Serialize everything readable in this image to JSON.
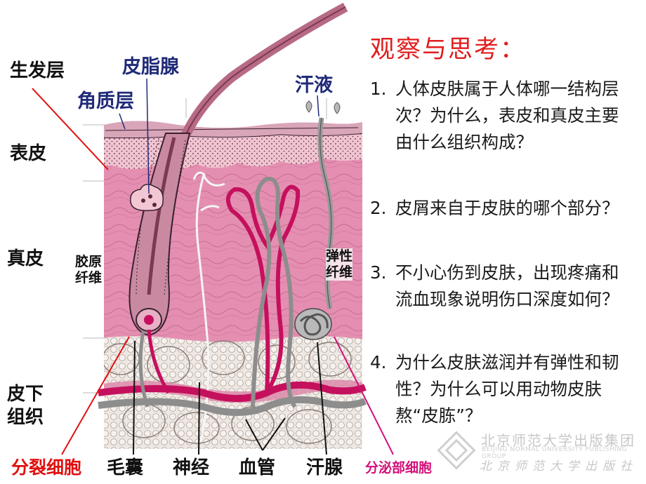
{
  "diagram": {
    "labels": {
      "germinal_layer": "生发层",
      "sebaceous_gland": "皮脂腺",
      "stratum_corneum": "角质层",
      "sweat": "汗液",
      "epidermis": "表皮",
      "dermis": "真皮",
      "collagen_fiber": "胶原\n纤维",
      "elastic_fiber": "弹性\n纤维",
      "subcutaneous": "皮下\n组织",
      "dividing_cells": "分裂细胞",
      "hair_follicle": "毛囊",
      "nerve": "神经",
      "blood_vessel": "血管",
      "sweat_gland": "汗腺",
      "secretory_cells": "分泌部细胞"
    },
    "colors": {
      "dermis": "#e38fb0",
      "epidermis": "#f3c6d3",
      "fat": "#ece7e2",
      "vessel_red": "#c5105e",
      "vessel_gray": "#8d8d8d",
      "label_red": "#e01010",
      "label_magenta": "#d2107a",
      "label_navy": "#1f2a78"
    }
  },
  "panel": {
    "title": "观察与思考：",
    "questions": [
      {
        "num": "1.",
        "text": "人体皮肤属于人体哪一结构层次？为什么，表皮和真皮主要由什么组织构成？"
      },
      {
        "num": "2.",
        "text": "皮屑来自于皮肤的哪个部分？"
      },
      {
        "num": "3.",
        "text": "不小心伤到皮肤，出现疼痛和流血现象说明伤口深度如何？"
      },
      {
        "num": "4.",
        "text": "为什么皮肤滋润并有弹性和韧性？为什么可以用动物皮肤熬“皮胨”？"
      }
    ]
  },
  "watermark": {
    "publisher": "北京师范大学出版集团",
    "publisher_en": "BEIJING NORMAL UNIVERSITY PUBLISHING GROUP",
    "publisher_sub": "北京师范大学出版社"
  }
}
